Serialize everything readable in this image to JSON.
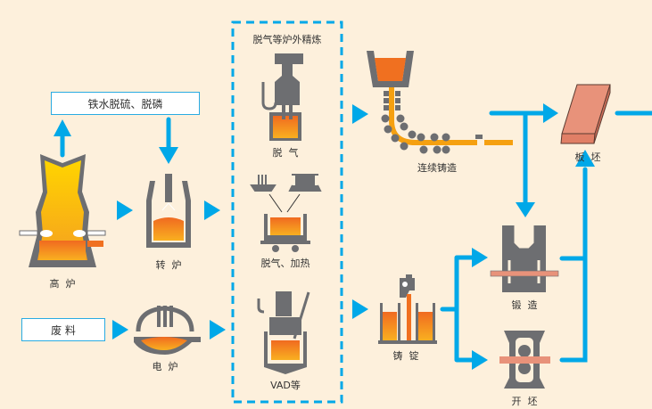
{
  "title": "钢铁生产工艺流程",
  "colors": {
    "background": "#fdf0dc",
    "arrow": "#00a8e8",
    "equipment": "#6d6e71",
    "molten_hot": "#f07020",
    "molten_yellow": "#ffc20e",
    "slab": "#e8927a"
  },
  "inputs": {
    "hot_metal_treatment": "铁水脱硫、脱磷",
    "scrap": "废  料"
  },
  "furnaces": {
    "blast_furnace": "高  炉",
    "converter": "转  炉",
    "electric_furnace": "电  炉"
  },
  "secondary_refining": {
    "group_title": "脱气等炉外精炼",
    "items": [
      "脱  气",
      "脱气、加热",
      "VAD等"
    ]
  },
  "casting": {
    "continuous": "连续铸造",
    "ingot": "铸  锭"
  },
  "forming": {
    "forging": "锻  造",
    "blooming": "开  坯"
  },
  "product": {
    "slab": "板  坯"
  }
}
